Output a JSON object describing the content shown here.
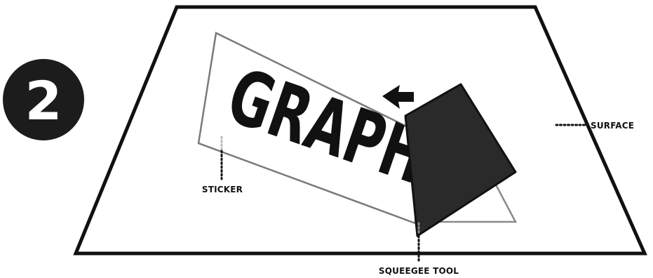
{
  "step": {
    "number": "2",
    "badge_color": "#1c1c1c"
  },
  "labels": {
    "surface": "SURFACE",
    "sticker": "STICKER",
    "squeegee": "SQUEEGEE TOOL"
  },
  "sticker_text": "GRAPHIC",
  "colors": {
    "outline": "#111111",
    "sticker_outline": "#7a7a7a",
    "squeegee_fill": "#2a2a2a",
    "arrow": "#111111"
  },
  "icons": {
    "direction": "arrow-left-icon"
  }
}
